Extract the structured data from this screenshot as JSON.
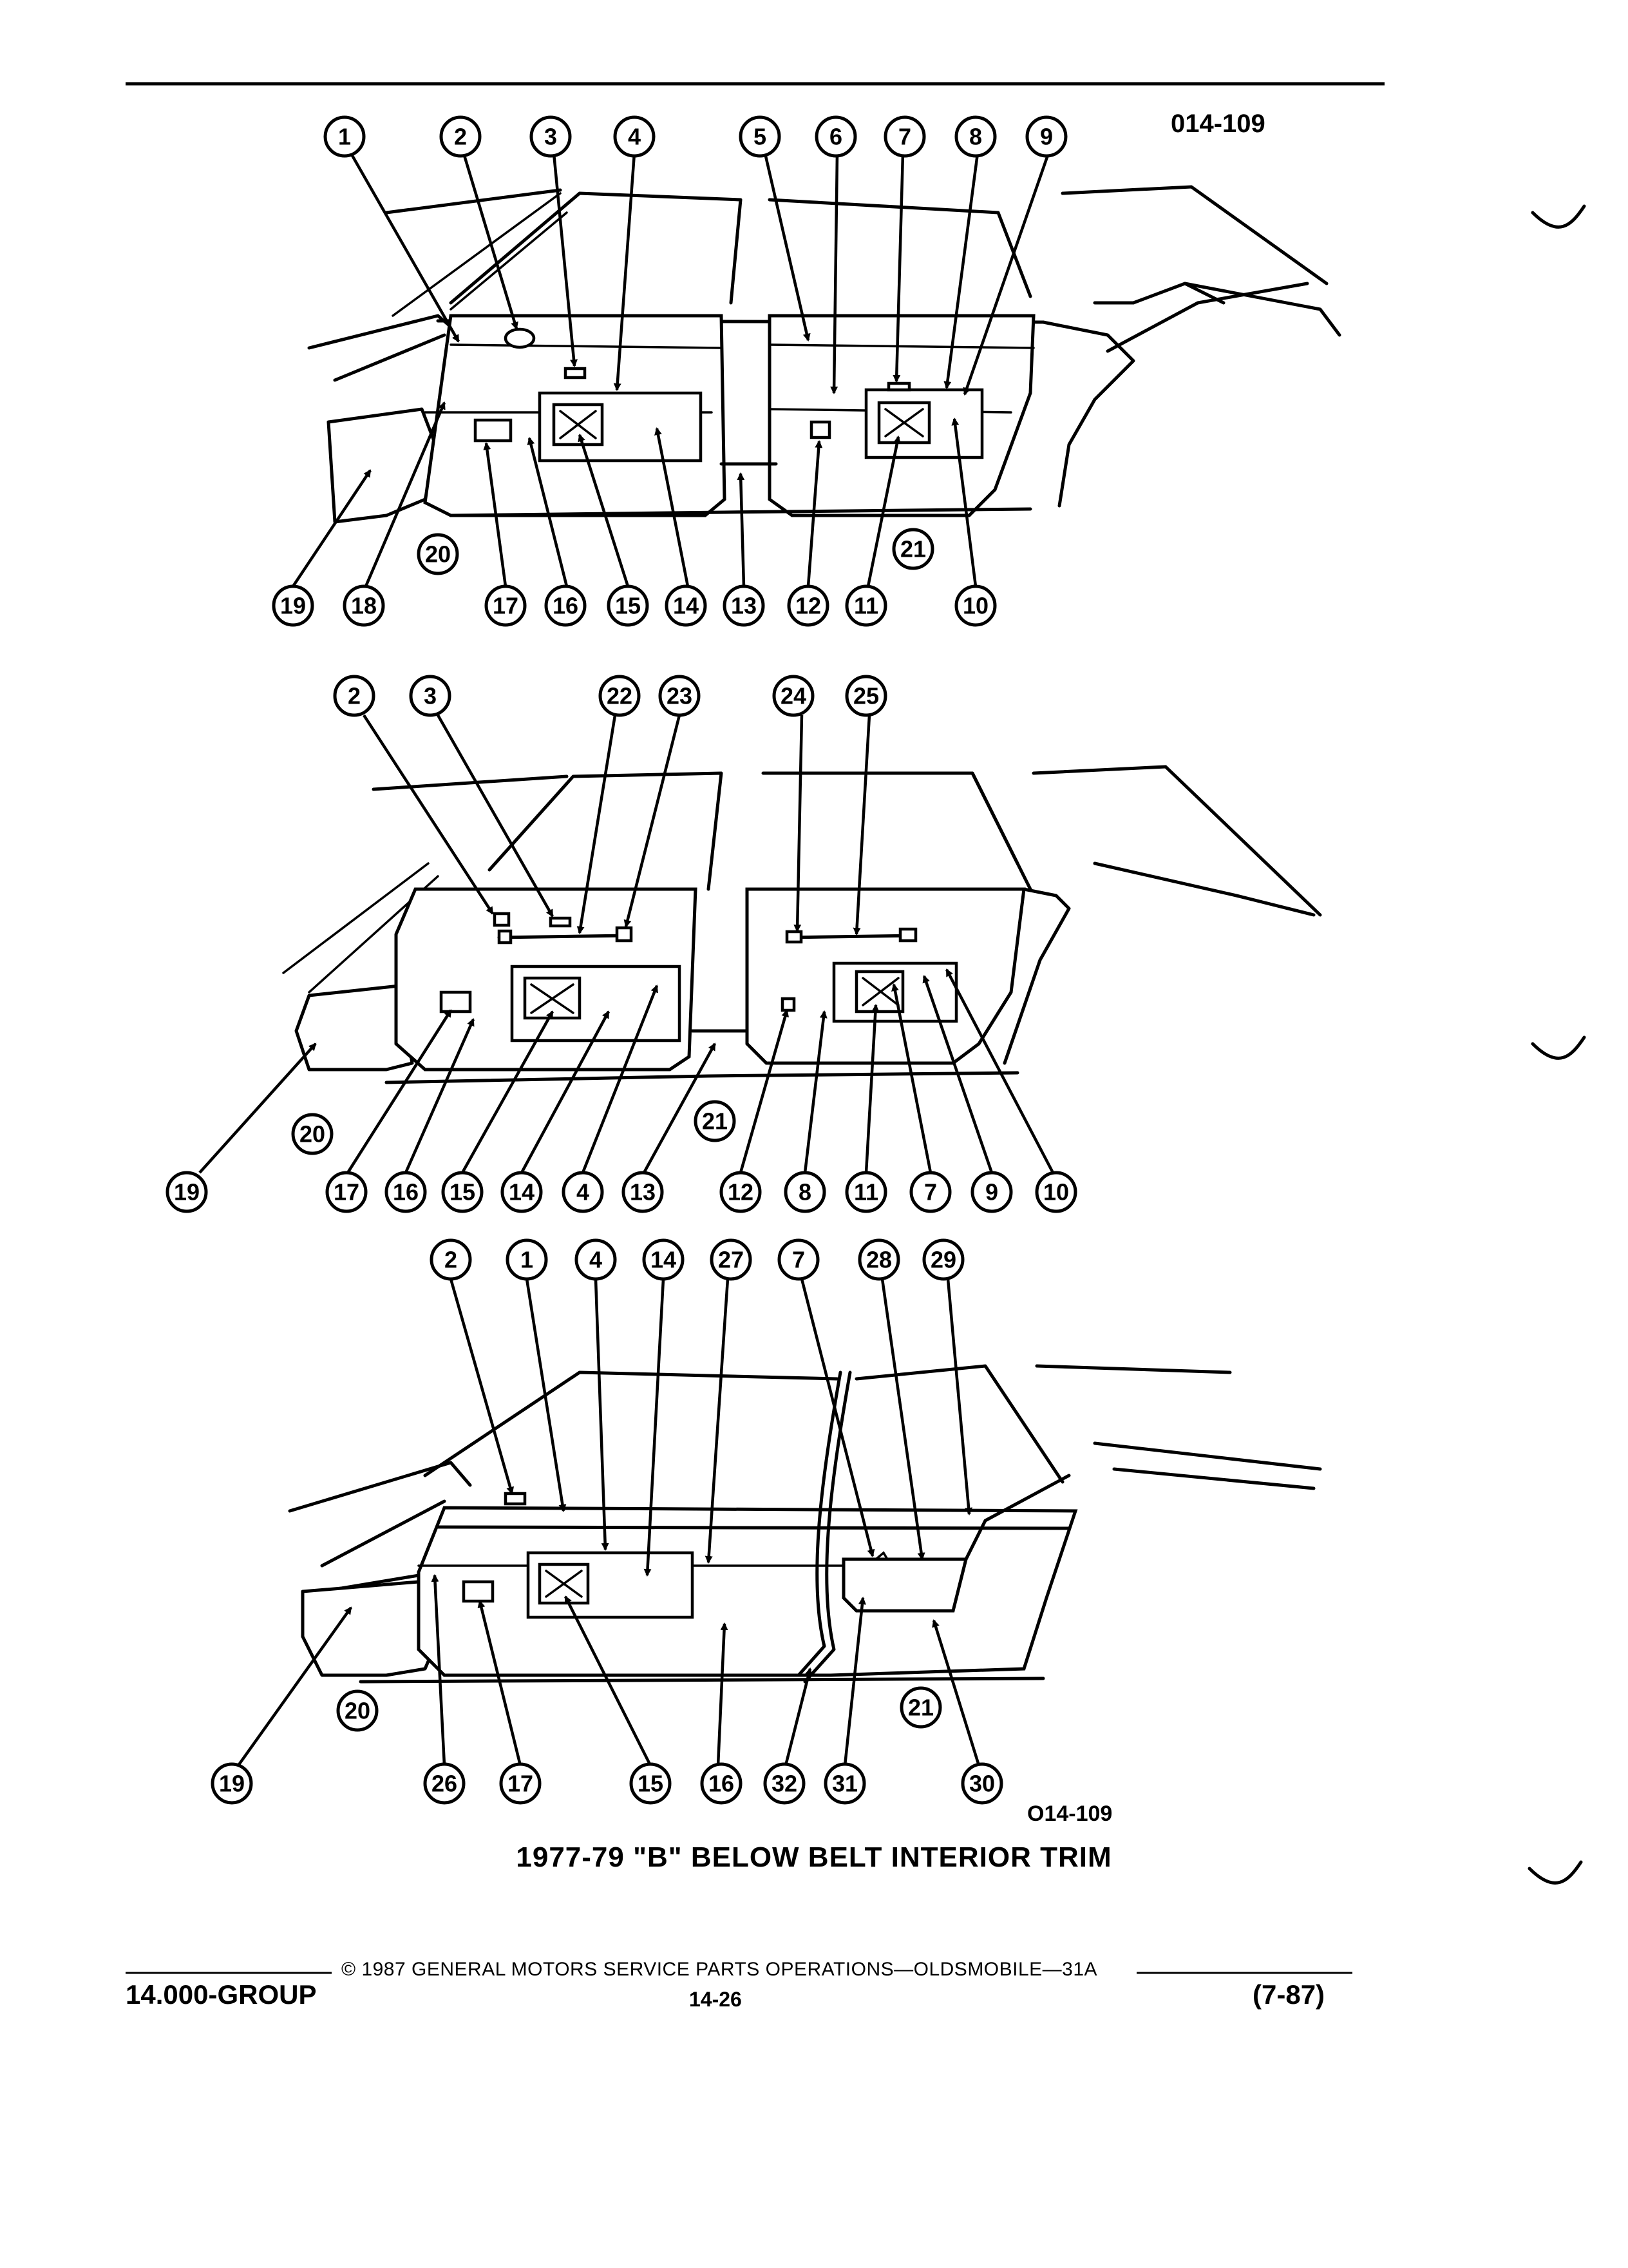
{
  "figure": {
    "code_top": "014-109",
    "code_bottom": "O14-109",
    "caption": "1977-79 \"B\" BELOW BELT INTERIOR TRIM"
  },
  "footer": {
    "copyright": "© 1987 GENERAL MOTORS SERVICE PARTS OPERATIONS—OLDSMOBILE—31A",
    "group": "14.000-GROUP",
    "page": "14-26",
    "date": "(7-87)"
  },
  "views": [
    {
      "name": "view-1",
      "callouts": [
        "1",
        "2",
        "3",
        "4",
        "5",
        "6",
        "7",
        "8",
        "9",
        "10",
        "11",
        "12",
        "13",
        "14",
        "15",
        "16",
        "17",
        "18",
        "19",
        "20",
        "21"
      ]
    },
    {
      "name": "view-2",
      "callouts": [
        "2",
        "3",
        "22",
        "23",
        "24",
        "25",
        "19",
        "20",
        "17",
        "16",
        "15",
        "14",
        "4",
        "13",
        "21",
        "12",
        "8",
        "11",
        "7",
        "9",
        "10"
      ]
    },
    {
      "name": "view-3",
      "callouts": [
        "2",
        "1",
        "4",
        "14",
        "27",
        "7",
        "28",
        "29",
        "19",
        "20",
        "26",
        "17",
        "15",
        "16",
        "32",
        "31",
        "21",
        "30"
      ]
    }
  ]
}
